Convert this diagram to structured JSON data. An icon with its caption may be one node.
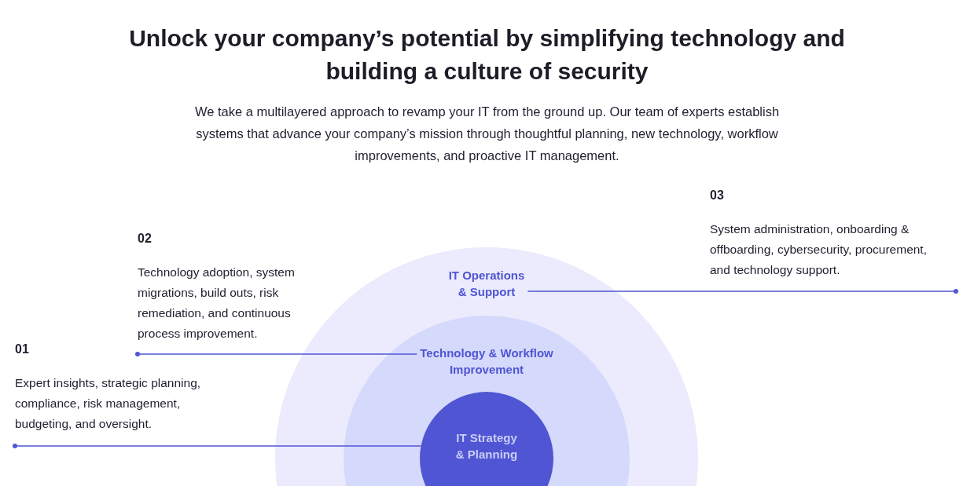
{
  "diagram": {
    "title": "Unlock your company’s potential by simplifying technology and building a culture of security",
    "caption": "We take a multilayered approach to revamp your IT from the ground up. Our team of experts establish systems that advance your company’s mission through thoughtful planning, new technology, workflow improvements, and proactive IT management.",
    "nodes": [
      {
        "text": [
          "03",
          "System administration, onboarding & offboarding, cybersecurity, procurement, and technology support."
        ]
      },
      {
        "text": [
          "02",
          "Technology adoption, system migrations, build outs, risk remediation, and continuous process improvement."
        ]
      },
      {
        "text": [
          "IT Operations & Support"
        ]
      },
      {
        "text": [
          "Technology & Workflow Improvement"
        ],
        "in": 2
      },
      {
        "text": [
          "IT Strategy & Planning"
        ],
        "in": 3
      },
      {
        "text": [
          "01",
          "Expert insights, strategic planning, compliance, risk management, budgeting, and oversight."
        ]
      }
    ],
    "edges": [
      {
        "from": 0,
        "to": 2,
        "arrow": "other"
      },
      {
        "from": 1,
        "to": 3,
        "arrow": "other"
      },
      {
        "from": 5,
        "to": 4,
        "arrow": "other"
      }
    ]
  }
}
